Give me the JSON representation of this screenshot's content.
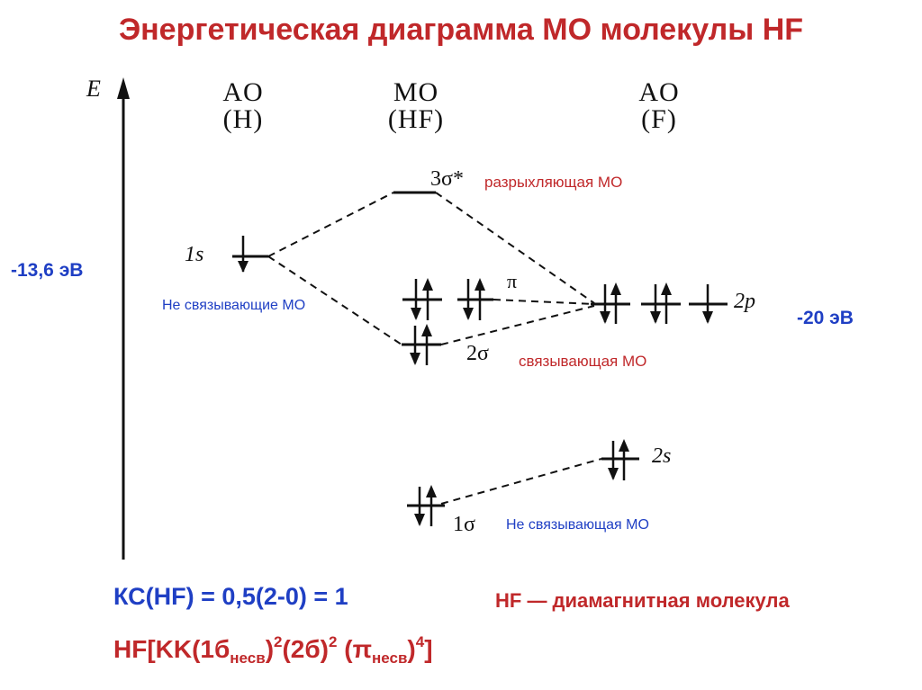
{
  "title": "Энергетическая диаграмма МО молекулы HF",
  "axis": {
    "energy_label": "E"
  },
  "columns": {
    "ao_h": {
      "line1": "AO",
      "line2": "(H)"
    },
    "mo_hf": {
      "line1": "MO",
      "line2": "(HF)"
    },
    "ao_f": {
      "line1": "AO",
      "line2": "(F)"
    }
  },
  "levels": {
    "h_1s": "1s",
    "sigma_star": "3σ*",
    "pi": "π",
    "f_2p": "2p",
    "sigma_2": "2σ",
    "f_2s": "2s",
    "sigma_1": "1σ"
  },
  "energies": {
    "h": "-13,6 эВ",
    "f": "-20 эВ"
  },
  "notes": {
    "antibonding": "разрыхляющая МО",
    "nonbonding_pi": "Не связывающие МО",
    "bonding": "связывающая МО",
    "nonbonding_sigma": "Не связывающая МО"
  },
  "formula": {
    "bond_order": "КС(HF) = 0,5(2-0) = 1",
    "config_prefix": "HF[KK(1б",
    "sub1": "несв",
    "sup1": "2",
    "mid": "(2б)",
    "sup2": "2",
    "pi_open": " (π",
    "sub2": "несв",
    "pi_close": ")",
    "sup3": "4",
    "end": "]"
  },
  "magnetism": "HF — диамагнитная молекула",
  "colors": {
    "title": "#c0282a",
    "blue": "#1f3fc4",
    "red": "#c0282a",
    "ink": "#111111"
  }
}
